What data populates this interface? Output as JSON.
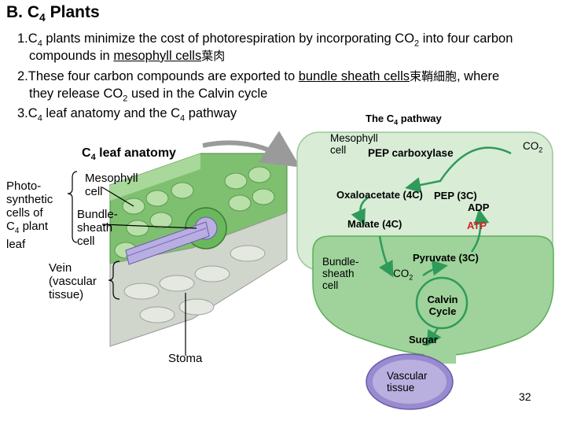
{
  "title": "B. C4 Plants",
  "points": [
    {
      "num": "1.",
      "line1": "C4 plants minimize the cost of photorespiration by incorporating CO2 into four carbon",
      "line2a": "compounds in ",
      "line2u": "mesophyll cells",
      "line2cjk": "葉肉"
    },
    {
      "num": "2.",
      "line1a": "These four carbon compounds are exported to ",
      "line1u": "bundle sheath cells",
      "line1cjk": "束鞘細胞",
      "line1b": ", where",
      "line2": "they release CO2 used in the Calvin cycle"
    },
    {
      "num": "3.",
      "line1": "C4 leaf anatomy and the C4 pathway"
    }
  ],
  "anatomy": {
    "heading": "C4 leaf anatomy",
    "photo_label": [
      "Photo-",
      "synthetic",
      "cells of",
      "C4 plant",
      "leaf"
    ],
    "mesophyll_label": [
      "Mesophyll",
      "cell"
    ],
    "bundle_label": [
      "Bundle-",
      "sheath",
      "cell"
    ],
    "vein_label": [
      "Vein",
      "(vascular",
      "tissue)"
    ],
    "stoma_label": "Stoma"
  },
  "pathway": {
    "heading": "The C4 pathway",
    "mesophyll_cell": [
      "Mesophyll",
      "cell"
    ],
    "pep_carboxylase": "PEP carboxylase",
    "co2_top": "CO2",
    "oxaloacetate": "Oxaloacetate (4C)",
    "pep": "PEP (3C)",
    "adp": "ADP",
    "malate": "Malate (4C)",
    "atp": "ATP",
    "bundle_sheath_cell": [
      "Bundle-",
      "sheath",
      "cell"
    ],
    "pyruvate": "Pyruvate (3C)",
    "co2_inner": "CO2",
    "calvin_cycle": [
      "Calvin",
      "Cycle"
    ],
    "sugar": "Sugar",
    "vascular_tissue": [
      "Vascular",
      "tissue"
    ]
  },
  "colors": {
    "mesophyll_fill": "#d8ecd6",
    "bundle_fill": "#9fd39b",
    "vascular_fill": "#9a8ad0",
    "arrow_green": "#2f9a5a",
    "atp_red": "#d62020"
  },
  "page_number": "32"
}
